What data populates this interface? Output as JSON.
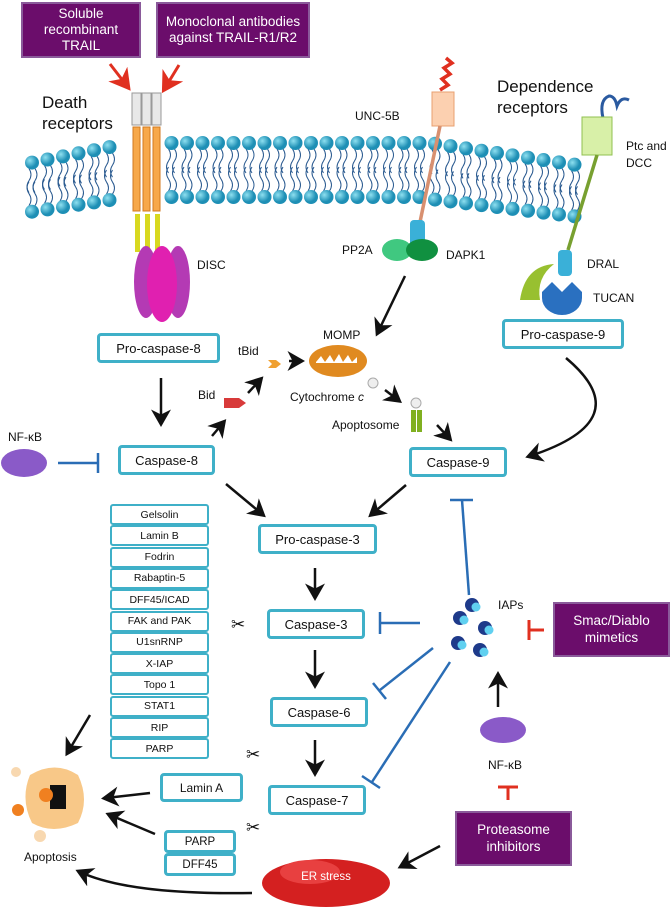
{
  "drugs": {
    "soluble_trail": "Soluble recombinant TRAIL",
    "monoclonal": "Monoclonal antibodies against TRAIL-R1/R2",
    "smac": "Smac/Diablo mimetics",
    "proteasome": "Proteasome inhibitors"
  },
  "labels": {
    "death_receptors": "Death receptors",
    "dependence_receptors": "Dependence receptors",
    "unc5b": "UNC-5B",
    "ptc_dcc": "Ptc and DCC",
    "disc": "DISC",
    "pp2a": "PP2A",
    "dapk1": "DAPK1",
    "dral": "DRAL",
    "tucan": "TUCAN",
    "momp": "MOMP",
    "tbid": "tBid",
    "bid": "Bid",
    "cytochrome": "Cytochrome",
    "cytochrome_c": "c",
    "apoptosome": "Apoptosome",
    "nfkb_left": "NF-κB",
    "nfkb_right": "NF-κB",
    "iaps": "IAPs",
    "er_stress": "ER stress",
    "apoptosis": "Apoptosis"
  },
  "caspases": {
    "procasp8": "Pro-caspase-8",
    "procasp9": "Pro-caspase-9",
    "casp8": "Caspase-8",
    "casp9": "Caspase-9",
    "procasp3": "Pro-caspase-3",
    "casp3": "Caspase-3",
    "casp6": "Caspase-6",
    "casp7": "Caspase-7"
  },
  "substrates": [
    "Gelsolin",
    "Lamin B",
    "Fodrin",
    "Rabaptin-5",
    "DFF45/ICAD",
    "FAK and PAK",
    "U1snRNP",
    "X-IAP",
    "Topo 1",
    "STAT1",
    "RIP",
    "PARP"
  ],
  "lamin_a": "Lamin A",
  "parp": "PARP",
  "dff45": "DFF45",
  "colors": {
    "drug_box": "#6b0d6b",
    "caspase_border": "#3fb0c8",
    "inhibit_blue": "#2a6db5",
    "inhibit_red": "#e03020",
    "membrane": "#2fa3c4"
  }
}
